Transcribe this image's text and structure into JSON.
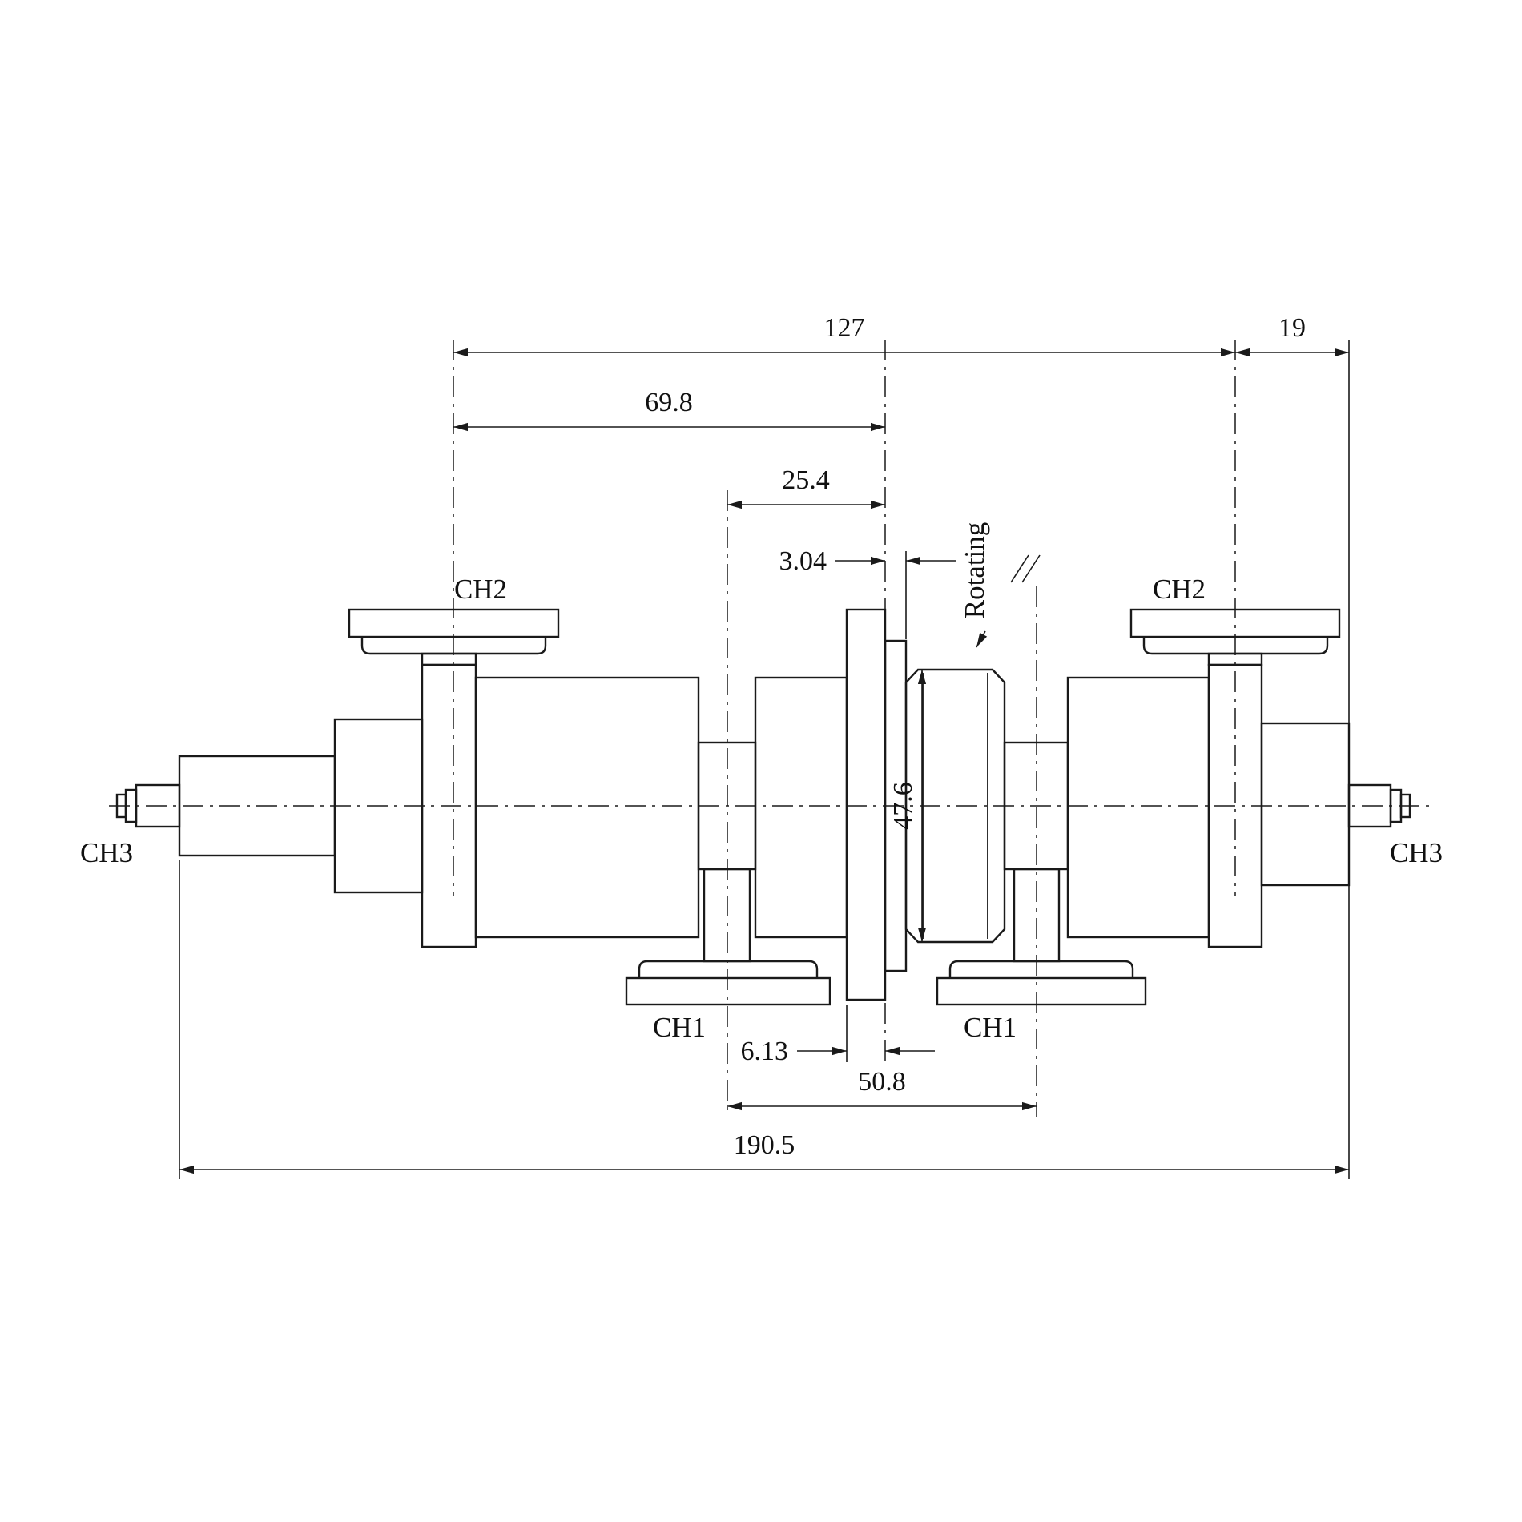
{
  "drawing": {
    "colors": {
      "line": "#1a1a1a",
      "background": "#ffffff",
      "text": "#111111"
    },
    "labels": {
      "ch2_left": "CH2",
      "ch2_right": "CH2",
      "ch1_left": "CH1",
      "ch1_right": "CH1",
      "ch3_left": "CH3",
      "ch3_right": "CH3",
      "rotating": "Rotating"
    },
    "dimensions": {
      "span_127": "127",
      "span_19": "19",
      "span_69_8": "69.8",
      "span_25_4": "25.4",
      "span_3_04": "3.04",
      "diameter_47_6": "47.6",
      "thickness_6_13": "6.13",
      "span_50_8": "50.8",
      "overall_190_5": "190.5"
    }
  }
}
